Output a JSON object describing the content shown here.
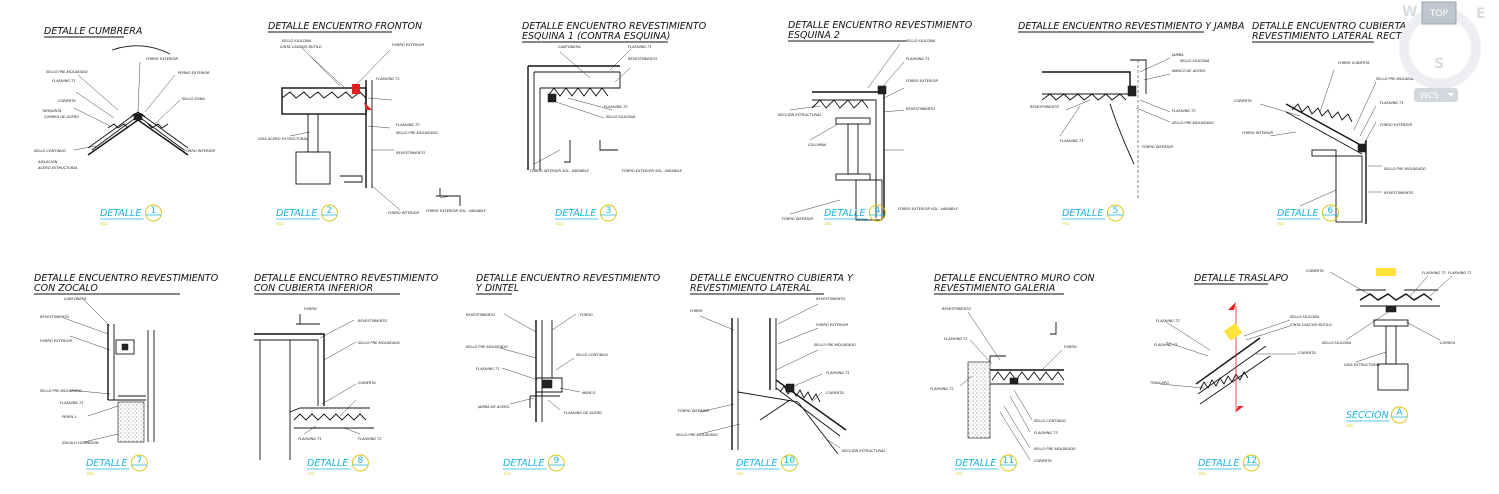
{
  "details": [
    {
      "title": [
        "DETALLE CUMBRERA"
      ],
      "caption": "DETALLE",
      "number": "1",
      "scale": "ESC",
      "labels": [
        "FORRO EXTERIOR",
        "SELLO PRE-MOLDEADO",
        "FLASHING T1",
        "CUBIERTA",
        "TAPAJUNTA",
        "CORREA DE ACERO",
        "PERNO EXTERIOR",
        "SELLO ZONA",
        "FORRO INTERIOR",
        "SELLO CONTINUO",
        "AISLACION",
        "ACERO ESTRUCTURAL"
      ]
    },
    {
      "title": [
        "DETALLE ENCUENTRO FRONTON"
      ],
      "caption": "DETALLE",
      "number": "2",
      "scale": "ESC",
      "labels": [
        "SELLO SILICONA",
        "CINTA CAUCHO BUTILO",
        "FLASHING T1",
        "FORRO EXTERIOR",
        "FLASHING T2",
        "SELLO PRE-MOLDEADO",
        "VIGA ACERO ESTRUCTURAL",
        "REVESTIMIENTO",
        "FORRO INTERIOR",
        "FORRO EXTERIOR SOL. VARIABLE"
      ]
    },
    {
      "title": [
        "DETALLE ENCUENTRO REVESTIMIENTO",
        "ESQUINA 1 (CONTRA ESQUINA)"
      ],
      "caption": "DETALLE",
      "number": "3",
      "scale": "ESC",
      "labels": [
        "CANTONERA",
        "FLASHING T1",
        "REVESTIMIENTO",
        "FLASHING T2",
        "SELLO SILICONA",
        "FORRO INTERIOR SOL. VARIABLE",
        "FORRO EXTERIOR SOL. VARIABLE"
      ]
    },
    {
      "title": [
        "DETALLE ENCUENTRO REVESTIMIENTO",
        "ESQUINA 2"
      ],
      "caption": "DETALLE",
      "number": "4",
      "scale": "ESC",
      "labels": [
        "SELLO SILICONA",
        "FLASHING T1",
        "FORRO EXTERIOR",
        "REVESTIMIENTO",
        "SECCION ESTRUCTURAL",
        "COLUMNA",
        "FORRO INTERIOR",
        "FORRO EXTERIOR SOL. VARIABLE"
      ]
    },
    {
      "title": [
        "DETALLE ENCUENTRO REVESTIMIENTO Y JAMBA"
      ],
      "caption": "DETALLE",
      "number": "5",
      "scale": "ESC",
      "labels": [
        "JAMBA",
        "SELLO SILICONA",
        "MARCO DE ACERO",
        "REVESTIMIENTO",
        "FLASHING T2",
        "FLASHING T1",
        "SELLO PRE-MOLDEADO",
        "FORRO INTERIOR"
      ]
    },
    {
      "title": [
        "DETALLE ENCUENTRO CUBIERTA Y",
        "REVESTIMIENTO LATERAL RECTO"
      ],
      "caption": "DETALLE",
      "number": "6",
      "scale": "ESC",
      "labels": [
        "FORRO CUBIERTA",
        "SELLO PRE-MOLDEADO",
        "CUBIERTA",
        "FLASHING T1",
        "FORRO EXTERIOR",
        "FORRO INTERIOR",
        "SELLO PRE-MOLDEADO",
        "REVESTIMIENTO"
      ]
    },
    {
      "title": [
        "DETALLE ENCUENTRO REVESTIMIENTO",
        "CON ZOCALO"
      ],
      "caption": "DETALLE",
      "number": "7",
      "scale": "ESC",
      "labels": [
        "CANTONERA",
        "REVESTIMIENTO",
        "FORRO EXTERIOR",
        "SELLO PRE-MOLDEADO",
        "FLASHING T1",
        "PERFIL L",
        "ZOCALO HORMIGON"
      ]
    },
    {
      "title": [
        "DETALLE ENCUENTRO REVESTIMIENTO",
        "CON CUBIERTA INFERIOR"
      ],
      "caption": "DETALLE",
      "number": "8",
      "scale": "ESC",
      "labels": [
        "FORRO",
        "REVESTIMIENTO",
        "SELLO PRE-MOLDEADO",
        "CUBIERTA",
        "FLASHING T1",
        "FLASHING T2"
      ]
    },
    {
      "title": [
        "DETALLE ENCUENTRO REVESTIMIENTO",
        "Y DINTEL"
      ],
      "caption": "DETALLE",
      "number": "9",
      "scale": "ESC",
      "labels": [
        "REVESTIMIENTO",
        "FORRO",
        "SELLO PRE-MOLDEADO",
        "SELLO CONTINUO",
        "MARCO",
        "FLASHING T1",
        "JAMBA DE ACERO",
        "FLASHING DE ACERO"
      ]
    },
    {
      "title": [
        "DETALLE ENCUENTRO CUBIERTA Y",
        "REVESTIMIENTO LATERAL"
      ],
      "caption": "DETALLE",
      "number": "10",
      "scale": "ESC",
      "labels": [
        "FORRO",
        "REVESTIMIENTO",
        "FORRO EXTERIOR",
        "SELLO PRE-MOLDEADO",
        "FLASHING T1",
        "CUBIERTA",
        "FORRO INTERIOR",
        "SELLO PRE-MOLDEADO",
        "SECCION ESTRUCTURAL"
      ]
    },
    {
      "title": [
        "DETALLE ENCUENTRO MURO CON",
        "REVESTIMIENTO GALERIA"
      ],
      "caption": "DETALLE",
      "number": "11",
      "scale": "ESC",
      "labels": [
        "REVESTIMIENTO",
        "FLASHING T1",
        "FORRO",
        "FLASHING T2",
        "SELLO CONTINUO",
        "FLASHING T3",
        "SELLO PRE-MOLDEADO",
        "CUBIERTA"
      ]
    },
    {
      "title": [
        "DETALLE TRASLAPO"
      ],
      "caption": "DETALLE",
      "number": "12",
      "scale": "ESC",
      "labels": [
        "FLASHING T2",
        "SELLO SILICONA",
        "CINTA CAUCHO BUTILO",
        "CUBIERTA",
        "FLASHING T1",
        "TRASLAPO"
      ]
    },
    {
      "title": [
        ""
      ],
      "caption": "SECCION",
      "number": "A",
      "scale": "ESC",
      "labels": [
        "CUBIERTA",
        "FLASHING T2",
        "FLASHING T1",
        "SELLO SILICONA",
        "CORREA",
        "VIGA ESTRUCTURAL"
      ]
    }
  ],
  "viewcube": {
    "top": "TOP",
    "west": "W",
    "east": "E",
    "south": "S",
    "wcs": "WCS"
  },
  "colors": {
    "caption": "#18b6e0",
    "scale": "#d8c400",
    "section_arrow": "#e02020",
    "highlight": "#ffe23a"
  }
}
